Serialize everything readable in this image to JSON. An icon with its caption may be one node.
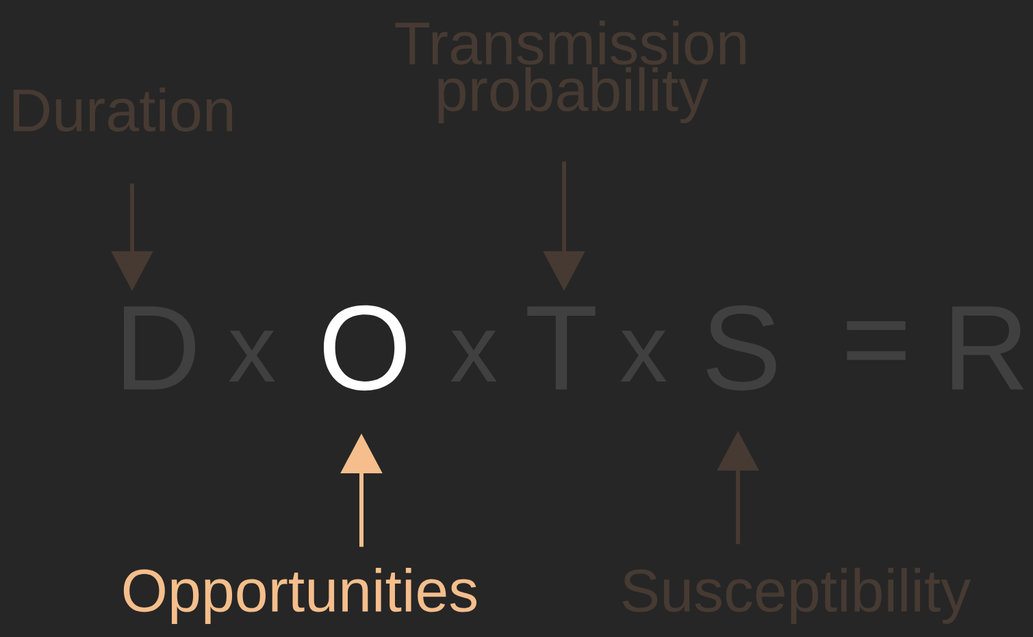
{
  "diagram": {
    "nodes": [
      {
        "text": [
          "Duration"
        ]
      },
      {
        "text": [
          "Transmission probability"
        ]
      },
      {
        "text": [
          "D"
        ]
      },
      {
        "text": [
          "O"
        ]
      },
      {
        "text": [
          "T"
        ]
      },
      {
        "text": [
          "S"
        ]
      },
      {
        "text": [
          "Opportunities"
        ]
      },
      {
        "text": [
          "Susceptibility"
        ]
      }
    ],
    "edges": [
      {
        "from": 0,
        "to": 2,
        "arrow": "to"
      },
      {
        "from": 1,
        "to": 4,
        "arrow": "to"
      },
      {
        "from": 6,
        "to": 3,
        "arrow": "to",
        "color": "#f5be8c"
      },
      {
        "from": 7,
        "to": 5,
        "arrow": "to"
      }
    ],
    "labels": [
      "x",
      "x",
      "x",
      "=",
      "R"
    ]
  }
}
